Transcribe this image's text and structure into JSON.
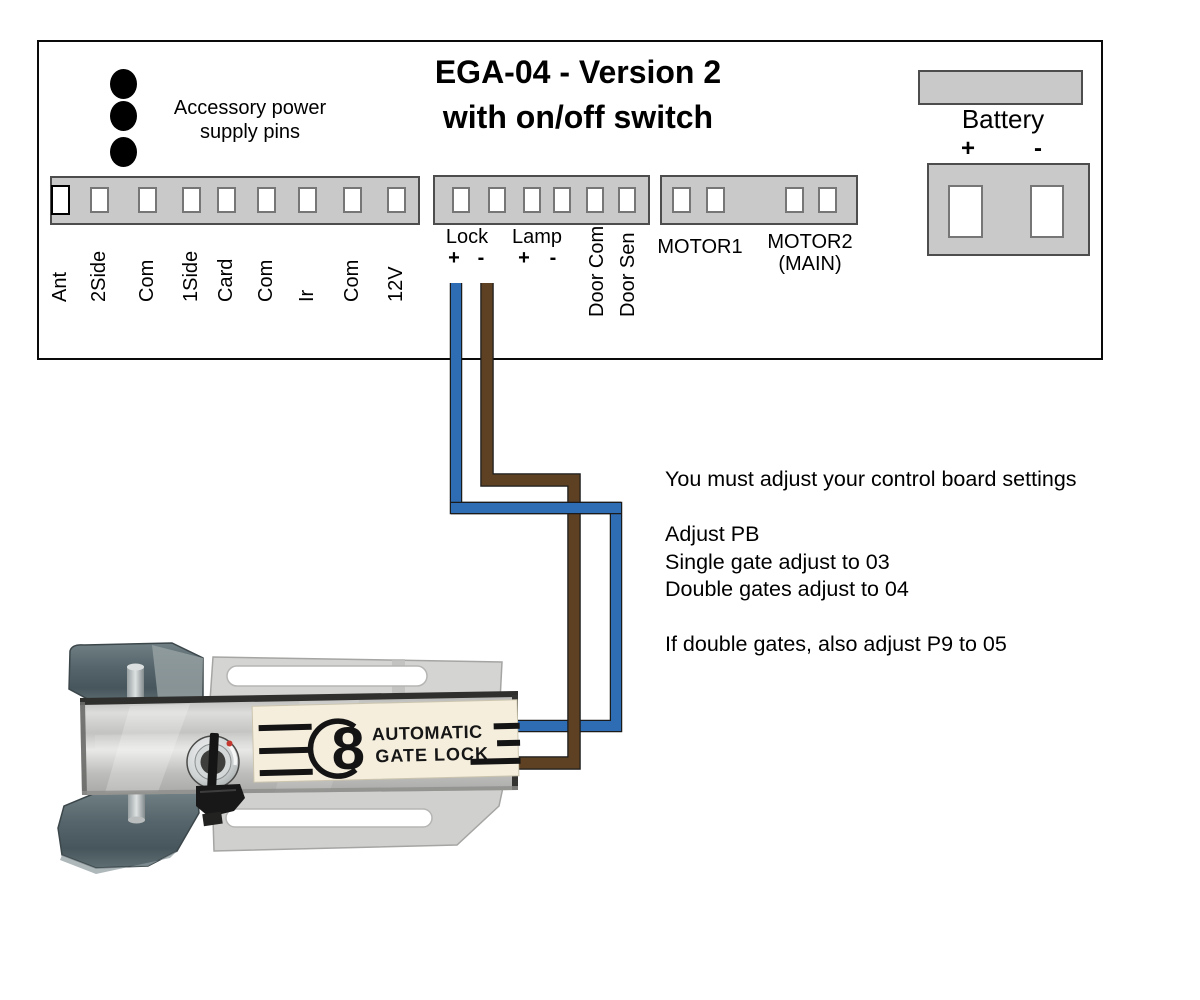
{
  "board": {
    "title": {
      "line1": "EGA-04 - Version 2",
      "line2": "with on/off switch"
    },
    "accessory_pins_note": {
      "line1": "Accessory power",
      "line2": "supply pins"
    },
    "io_strip_labels": [
      "Ant",
      "2Side",
      "Com",
      "1Side",
      "Card",
      "Com",
      "Ir",
      "Com",
      "12V"
    ],
    "output_strip": {
      "lock": "Lock",
      "lock_plus": "+",
      "lock_minus": "-",
      "lamp": "Lamp",
      "lamp_plus": "+",
      "lamp_minus": "-",
      "door_com": "Door Com",
      "door_sen": "Door Sen"
    },
    "motor_strip": {
      "motor1": "MOTOR1",
      "motor2": "MOTOR2",
      "motor2_sub": "(MAIN)"
    },
    "battery": {
      "label": "Battery",
      "plus": "+",
      "minus": "-"
    }
  },
  "wires": {
    "lock_positive_color": "#2e6cb4",
    "lock_negative_color": "#5e4023",
    "outline_color": "#1b1b1b"
  },
  "notes": [
    "You must adjust your control board settings",
    "",
    "Adjust PB",
    "Single gate adjust to 03",
    "Double gates adjust to 04",
    "",
    "If double gates, also adjust P9 to 05"
  ],
  "lock_device": {
    "brand_mark": "8",
    "label_line1": "AUTOMATIC",
    "label_line2": "GATE LOCK"
  }
}
